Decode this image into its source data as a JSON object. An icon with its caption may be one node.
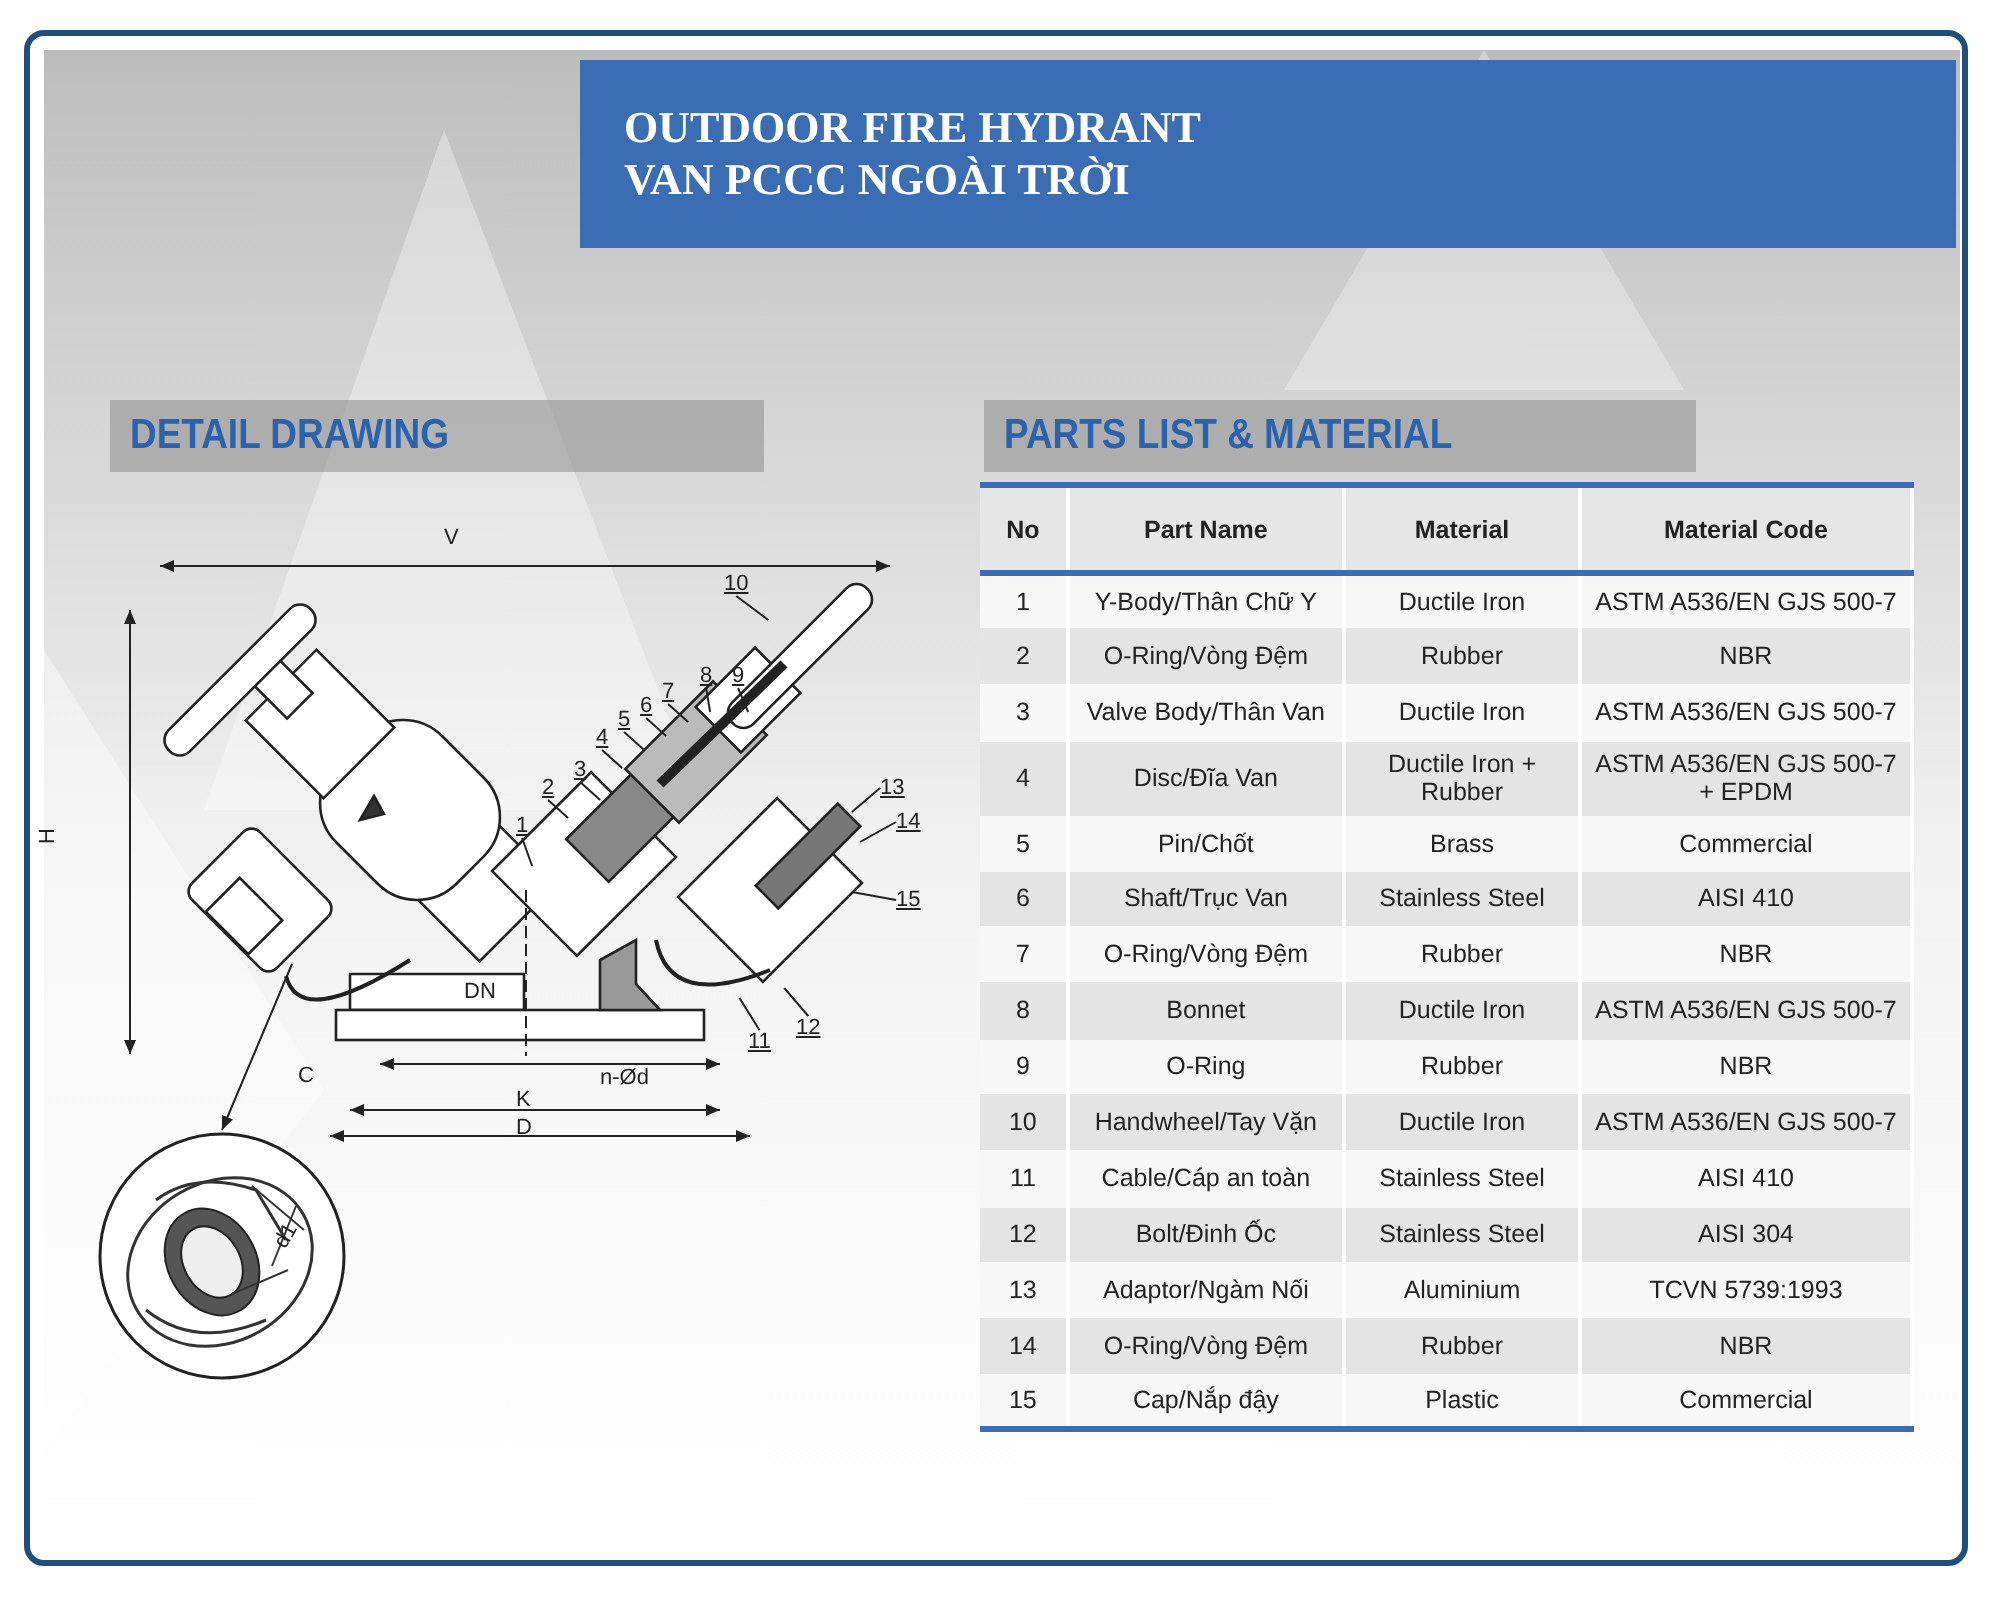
{
  "diagram": {
    "nodes": [
      {
        "text": [
          "OUTDOOR FIRE HYDRANT",
          "VAN PCCC NGOÀI TRỜI"
        ]
      },
      {
        "text": [
          "DETAIL DRAWING"
        ]
      },
      {
        "text": [
          "PARTS LIST & MATERIAL"
        ]
      },
      {
        "text": [
          "1"
        ]
      },
      {
        "text": [
          "2"
        ]
      },
      {
        "text": [
          "3"
        ]
      },
      {
        "text": [
          "4"
        ]
      },
      {
        "text": [
          "5"
        ]
      },
      {
        "text": [
          "6"
        ]
      },
      {
        "text": [
          "7"
        ]
      },
      {
        "text": [
          "8"
        ]
      },
      {
        "text": [
          "9"
        ]
      },
      {
        "text": [
          "10"
        ]
      },
      {
        "text": [
          "11"
        ]
      },
      {
        "text": [
          "12"
        ]
      },
      {
        "text": [
          "13"
        ]
      },
      {
        "text": [
          "14"
        ]
      },
      {
        "text": [
          "15"
        ]
      },
      {
        "text": [],
        "shape": "picture"
      }
    ],
    "edges": [
      {
        "from": 3,
        "to": null,
        "arrow": "none"
      },
      {
        "from": 4,
        "to": null,
        "arrow": "none"
      },
      {
        "from": 5,
        "to": null,
        "arrow": "none"
      },
      {
        "from": 6,
        "to": null,
        "arrow": "none"
      },
      {
        "from": 7,
        "to": null,
        "arrow": "none"
      },
      {
        "from": 8,
        "to": null,
        "arrow": "none"
      },
      {
        "from": 9,
        "to": null,
        "arrow": "none"
      },
      {
        "from": 10,
        "to": null,
        "arrow": "none"
      },
      {
        "from": 11,
        "to": null,
        "arrow": "none"
      },
      {
        "from": 12,
        "to": null,
        "arrow": "none"
      },
      {
        "from": 13,
        "to": null,
        "arrow": "none"
      },
      {
        "from": 14,
        "to": null,
        "arrow": "none"
      },
      {
        "from": 15,
        "to": null,
        "arrow": "none"
      },
      {
        "from": 16,
        "to": null,
        "arrow": "none"
      },
      {
        "from": 17,
        "to": null,
        "arrow": "none"
      },
      {
        "from": null,
        "to": 18,
        "arrow": "to"
      }
    ],
    "labels": [
      "V",
      "H",
      "DN",
      "C",
      "n-Ød",
      "K",
      "D",
      "d1",
      "No",
      "Part Name",
      "Material",
      "Material Code",
      "1",
      "Y-Body/Thân Chữ Y",
      "Ductile Iron",
      "ASTM A536/EN GJS 500-7",
      "2",
      "O-Ring/Vòng Đệm",
      "Rubber",
      "NBR",
      "3",
      "Valve Body/Thân Van",
      "Ductile Iron",
      "ASTM A536/EN GJS 500-7",
      "4",
      "Disc/Đĩa Van",
      "Ductile Iron + Rubber",
      "ASTM A536/EN GJS 500-7 + EPDM",
      "5",
      "Pin/Chốt",
      "Brass",
      "Commercial",
      "6",
      "Shaft/Trục Van",
      "Stainless Steel",
      "AISI 410",
      "7",
      "O-Ring/Vòng Đệm",
      "Rubber",
      "NBR",
      "8",
      "Bonnet",
      "Ductile Iron",
      "ASTM A536/EN GJS 500-7",
      "9",
      "O-Ring",
      "Rubber",
      "NBR",
      "10",
      "Handwheel/Tay Vặn",
      "Ductile Iron",
      "ASTM A536/EN GJS 500-7",
      "11",
      "Cable/Cáp an toàn",
      "Stainless Steel",
      "AISI 410",
      "12",
      "Bolt/Đinh Ốc",
      "Stainless Steel",
      "AISI 304",
      "13",
      "Adaptor/Ngàm Nối",
      "Aluminium",
      "TCVN 5739:1993",
      "14",
      "O-Ring/Vòng Đệm",
      "Rubber",
      "NBR",
      "15",
      "Cap/Nắp đậy",
      "Plastic",
      "Commercial"
    ]
  }
}
